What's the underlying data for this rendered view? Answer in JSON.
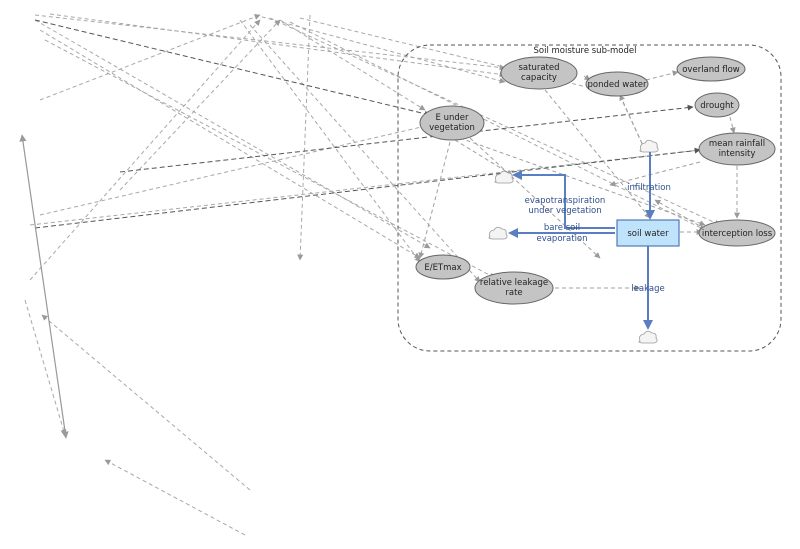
{
  "submodel": {
    "title": "Soil moisture sub-model"
  },
  "stock": {
    "label": "soil water"
  },
  "variables": {
    "saturated_capacity": [
      "saturated",
      "capacity"
    ],
    "ponded_water": [
      "ponded water"
    ],
    "overland_flow": [
      "overland flow"
    ],
    "drought": [
      "drought"
    ],
    "e_under_vegetation": [
      "E under",
      "vegetation"
    ],
    "mean_rainfall_intensity": [
      "mean rainfall",
      "intensity"
    ],
    "interception_loss": [
      "interception loss"
    ],
    "e_etmax": [
      "E/ETmax"
    ],
    "relative_leakage_rate": [
      "relative leakage",
      "rate"
    ]
  },
  "flows": {
    "infiltration": [
      "infiltration"
    ],
    "evapotranspiration": [
      "evapotranspiration",
      "under vegetation"
    ],
    "bare_soil_evaporation": [
      "bare soil",
      "evaporation"
    ],
    "leakage": [
      "leakage"
    ]
  },
  "colors": {
    "stock_fill": "#bfe3fb",
    "stock_stroke": "#4f79b8",
    "flow": "#5a7fc0",
    "variable_fill": "#c4c4c4",
    "link": "#9a9a9a"
  },
  "icons": {
    "cloud": "cloud-icon"
  }
}
